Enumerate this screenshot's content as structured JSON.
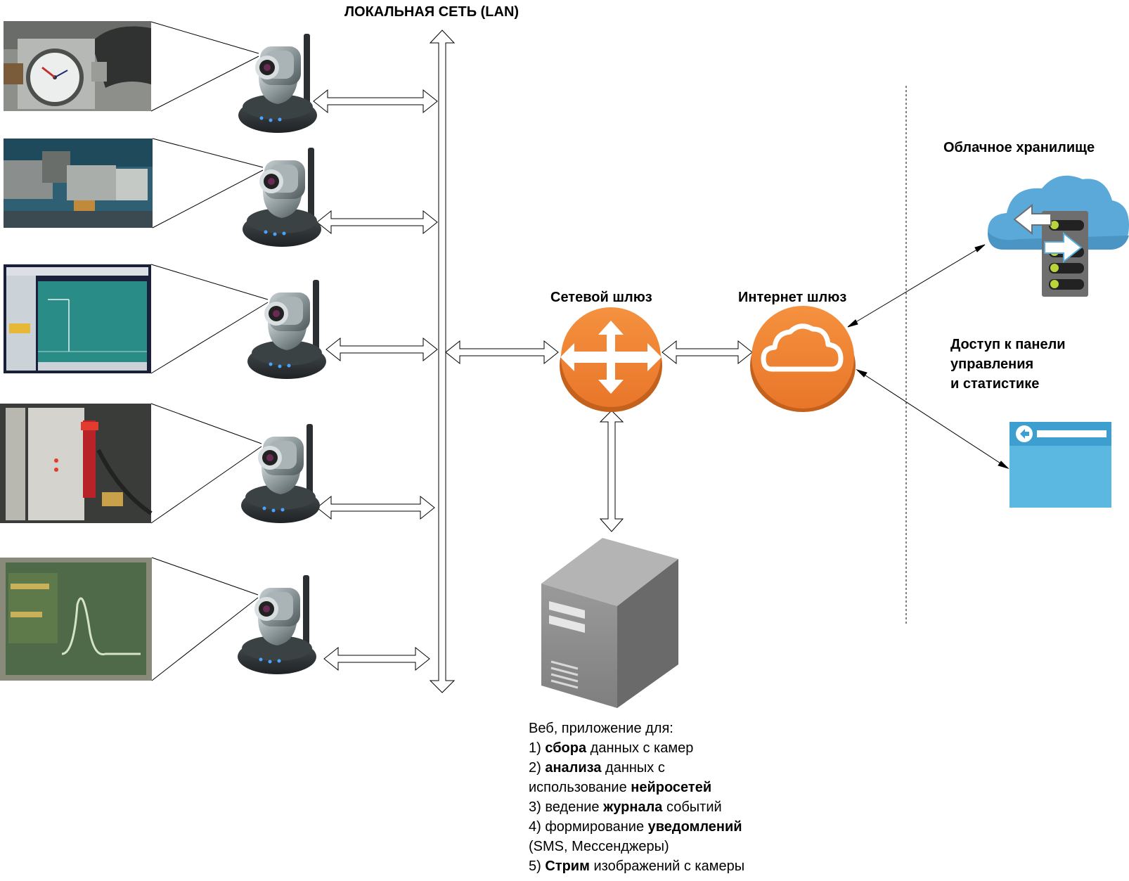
{
  "lan_title": "ЛОКАЛЬНАЯ СЕТЬ (LAN)",
  "network_gateway_label": "Сетевой шлюз",
  "internet_gateway_label": "Интернет шлюз",
  "cloud_storage_label": "Облачное хранилище",
  "access_label": [
    "Доступ  к  панели",
    "управления",
    "и статистике"
  ],
  "description": [
    [
      {
        "t": "Веб, приложение для:",
        "b": false
      }
    ],
    [
      {
        "t": "1) ",
        "b": false
      },
      {
        "t": "сбора",
        "b": true
      },
      {
        "t": " данных с камер",
        "b": false
      }
    ],
    [
      {
        "t": "2) ",
        "b": false
      },
      {
        "t": "анализа",
        "b": true
      },
      {
        "t": " данных с",
        "b": false
      }
    ],
    [
      {
        "t": "использование ",
        "b": false
      },
      {
        "t": "нейросетей",
        "b": true
      }
    ],
    [
      {
        "t": "3) ведение ",
        "b": false
      },
      {
        "t": "журнала",
        "b": true
      },
      {
        "t": " событий",
        "b": false
      }
    ],
    [
      {
        "t": "4) формирование ",
        "b": false
      },
      {
        "t": "уведомлений",
        "b": true
      }
    ],
    [
      {
        "t": "(SMS, Мессенджеры)",
        "b": false
      }
    ],
    [
      {
        "t": "5) ",
        "b": false
      },
      {
        "t": "Стрим",
        "b": true
      },
      {
        "t": " изображений с камеры",
        "b": false
      }
    ]
  ],
  "colors": {
    "orange": "#f08233",
    "cloud_blue": "#5aa9d8",
    "server_gray": "#8e8e8e",
    "camera_gray": "#7a8486"
  },
  "cameras": [
    {
      "photo": "pressure-gauge-photo"
    },
    {
      "photo": "pipe-sensor-photo"
    },
    {
      "photo": "software-screen-photo"
    },
    {
      "photo": "equipment-rack-photo"
    },
    {
      "photo": "oscilloscope-screen-photo"
    }
  ]
}
